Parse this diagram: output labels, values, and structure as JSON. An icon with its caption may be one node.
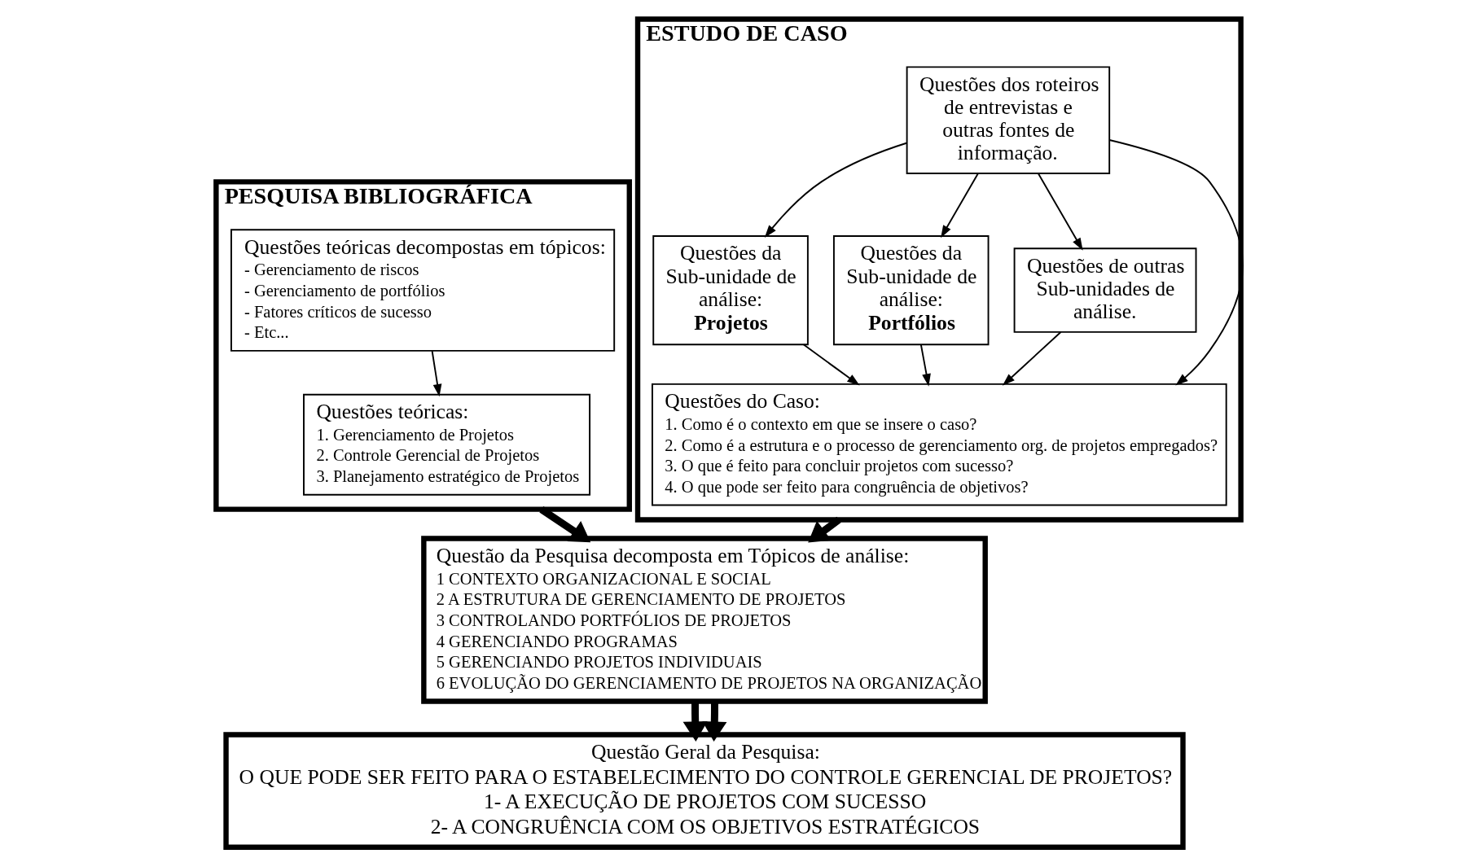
{
  "diagram": {
    "nodes": [
      {
        "text": [
          "PESQUISA BIBLIOGRÁFICA"
        ]
      },
      {
        "text": [
          "Questões teóricas decompostas em tópicos:",
          "- Gerenciamento de riscos",
          "- Gerenciamento de portfólios",
          "- Fatores críticos de sucesso",
          "- Etc..."
        ],
        "in": 0
      },
      {
        "text": [
          "Questões teóricas:",
          "1. Gerenciamento de Projetos",
          "2. Controle Gerencial de Projetos",
          "3. Planejamento estratégico de Projetos"
        ],
        "in": 0
      },
      {
        "text": [
          "ESTUDO DE CASO"
        ]
      },
      {
        "text": [
          "Questões dos roteiros de entrevistas e outras fontes de informação."
        ],
        "in": 3
      },
      {
        "text": [
          "Questões da Sub-unidade de análise:",
          "Projetos"
        ],
        "in": 3
      },
      {
        "text": [
          "Questões da Sub-unidade de análise:",
          "Portfólios"
        ],
        "in": 3
      },
      {
        "text": [
          "Questões de outras Sub-unidades de análise."
        ],
        "in": 3
      },
      {
        "text": [
          "Questões do Caso:",
          "1. Como é o contexto em que se insere o caso?",
          "2. Como é a estrutura e o processo de gerenciamento org. de projetos empregados?",
          "3. O que é feito para concluir projetos com sucesso?",
          "4. O que pode ser feito para congruência de objetivos?"
        ],
        "in": 3
      },
      {
        "text": [
          "Questão da Pesquisa decomposta em Tópicos de análise:",
          "1 CONTEXTO ORGANIZACIONAL E SOCIAL",
          "2 A ESTRUTURA DE GERENCIAMENTO DE PROJETOS",
          "3 CONTROLANDO PORTFÓLIOS DE PROJETOS",
          "4 GERENCIANDO PROGRAMAS",
          "5 GERENCIANDO PROJETOS INDIVIDUAIS",
          "6 EVOLUÇÃO DO GERENCIAMENTO DE PROJETOS NA ORGANIZAÇÃO"
        ]
      },
      {
        "text": [
          "Questão Geral da Pesquisa:",
          "O QUE PODE SER FEITO PARA O ESTABELECIMENTO DO CONTROLE GERENCIAL DE PROJETOS?",
          "1- A EXECUÇÃO DE PROJETOS COM SUCESSO",
          "2- A CONGRUÊNCIA COM OS OBJETIVOS ESTRATÉGICOS"
        ]
      }
    ],
    "edges": [
      {
        "from": 1,
        "to": 2,
        "arrow": "to"
      },
      {
        "from": 4,
        "to": 5,
        "arrow": "to"
      },
      {
        "from": 4,
        "to": 6,
        "arrow": "to"
      },
      {
        "from": 4,
        "to": 7,
        "arrow": "to"
      },
      {
        "from": 4,
        "to": 8,
        "arrow": "to"
      },
      {
        "from": 5,
        "to": 8,
        "arrow": "to"
      },
      {
        "from": 6,
        "to": 8,
        "arrow": "to"
      },
      {
        "from": 7,
        "to": 8,
        "arrow": "to"
      },
      {
        "from": 0,
        "to": 9,
        "arrow": "to",
        "style": "thick"
      },
      {
        "from": 3,
        "to": 9,
        "arrow": "to",
        "style": "thick"
      },
      {
        "from": 9,
        "to": 10,
        "arrow": "to",
        "style": "thick"
      },
      {
        "from": 9,
        "to": 10,
        "arrow": "to",
        "style": "thick"
      }
    ]
  }
}
